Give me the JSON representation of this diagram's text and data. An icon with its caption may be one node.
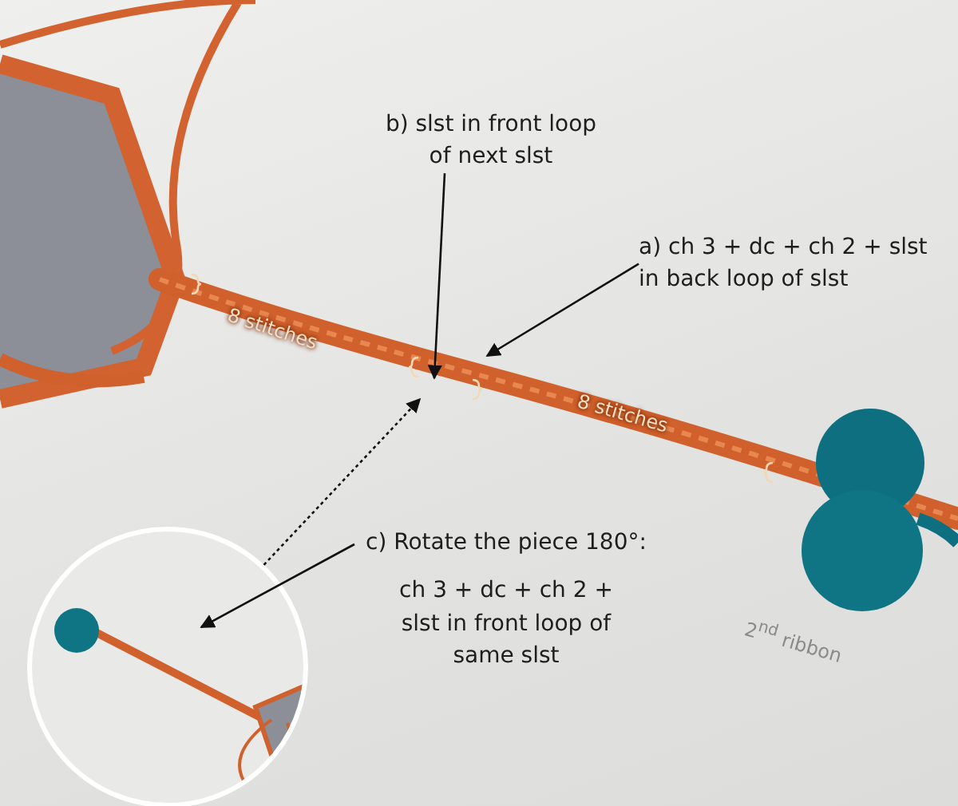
{
  "diagram": {
    "nodes": [
      {
        "text": [
          "b) slst in front loop of next slst"
        ]
      },
      {
        "text": [
          "a) ch 3 + dc + ch 2 + slst in back loop of slst"
        ]
      },
      {
        "text": [
          "c) Rotate the piece 180°:",
          "ch 3 + dc + ch 2 + slst in front loop of same slst"
        ]
      },
      {
        "text": [],
        "shape": "picture"
      }
    ],
    "edges": [
      {
        "from": 0,
        "to": null,
        "arrow": "to"
      },
      {
        "from": 1,
        "to": null,
        "arrow": "to"
      },
      {
        "from": 3,
        "to": null,
        "arrow": "to",
        "style": "dashed"
      },
      {
        "from": 2,
        "to": 3,
        "arrow": "to"
      }
    ],
    "labels": [
      "8 stitches",
      "8 stitches",
      "2$^{nd}$ ribbon"
    ]
  }
}
